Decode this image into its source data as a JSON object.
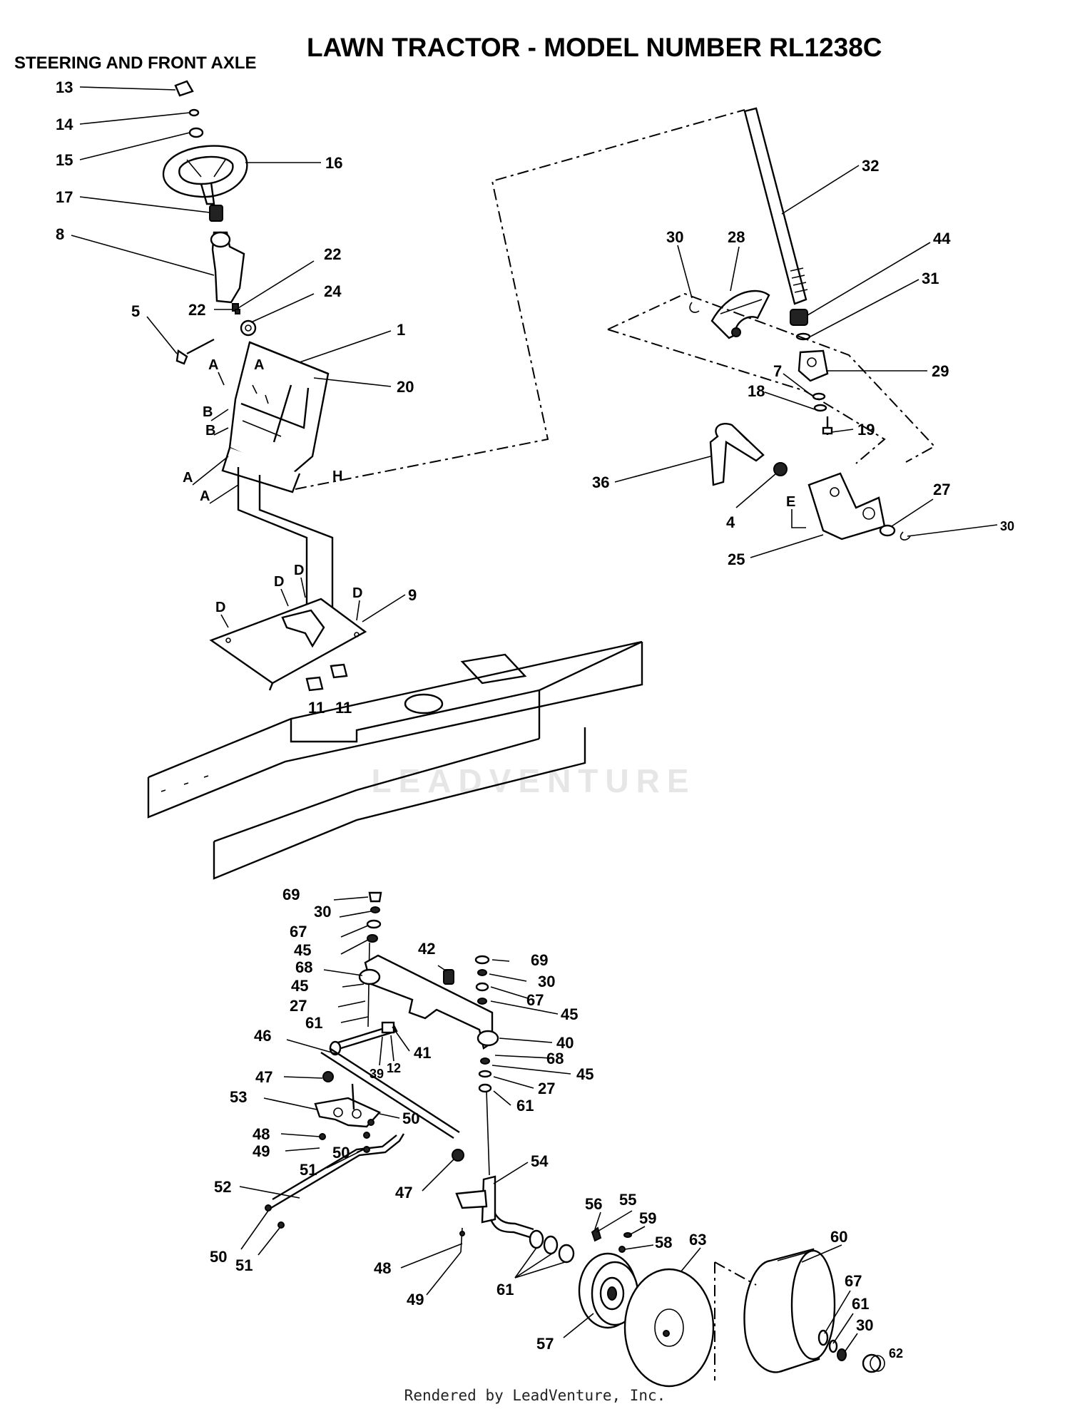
{
  "title": "LAWN TRACTOR - MODEL NUMBER RL1238C",
  "section_title": "STEERING AND FRONT AXLE",
  "footer": "Rendered by LeadVenture, Inc.",
  "watermark": "LEADVENTURE",
  "callouts": {
    "c13": "13",
    "c14": "14",
    "c15": "15",
    "c16": "16",
    "c17": "17",
    "c8": "8",
    "c22a": "22",
    "c22b": "22",
    "c24": "24",
    "c5": "5",
    "c1": "1",
    "c20": "20",
    "c9": "9",
    "c11a": "11",
    "c11b": "11",
    "c32": "32",
    "c30a": "30",
    "c28": "28",
    "c44": "44",
    "c31": "31",
    "c29": "29",
    "c7": "7",
    "c18": "18",
    "c19": "19",
    "c36": "36",
    "c4": "4",
    "c27a": "27",
    "c30b": "30",
    "c25": "25",
    "c69a": "69",
    "c30c": "30",
    "c67a": "67",
    "c45a": "45",
    "c68a": "68",
    "c45b": "45",
    "c27b": "27",
    "c61a": "61",
    "c42": "42",
    "c69b": "69",
    "c30d": "30",
    "c67b": "67",
    "c45c": "45",
    "c40": "40",
    "c68b": "68",
    "c45d": "45",
    "c27c": "27",
    "c61b": "61",
    "c46": "46",
    "c39": "39",
    "c12": "12",
    "c41": "41",
    "c47a": "47",
    "c53": "53",
    "c50a": "50",
    "c48a": "48",
    "c49a": "49",
    "c50b": "50",
    "c51a": "51",
    "c52": "52",
    "c47b": "47",
    "c54": "54",
    "c50c": "50",
    "c51b": "51",
    "c48b": "48",
    "c49b": "49",
    "c61c": "61",
    "c56": "56",
    "c55": "55",
    "c59": "59",
    "c58": "58",
    "c63": "63",
    "c60": "60",
    "c57": "57",
    "c67c": "67",
    "c61d": "61",
    "c30e": "30",
    "c62": "62"
  },
  "reference_letters": {
    "a1": "A",
    "a2": "A",
    "a3": "A",
    "a4": "A",
    "b1": "B",
    "b2": "B",
    "h": "H",
    "d1": "D",
    "d2": "D",
    "d3": "D",
    "d4": "D",
    "e": "E"
  }
}
